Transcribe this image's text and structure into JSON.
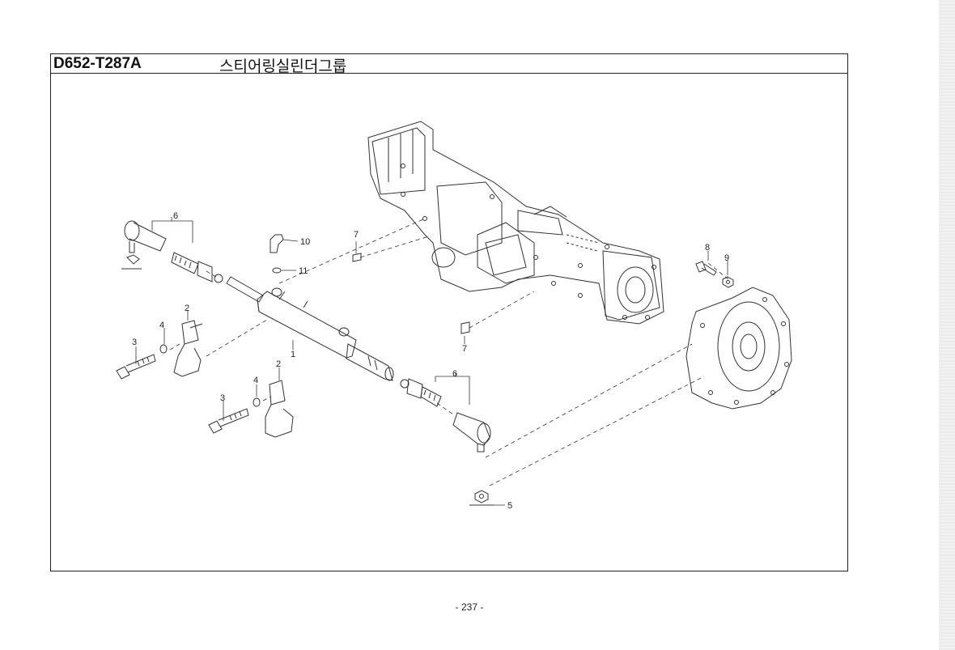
{
  "header": {
    "code": "D652-T287A",
    "title": "스티어링실린더그룹"
  },
  "callouts": {
    "c1": "1",
    "c2a": "2",
    "c2b": "2",
    "c3a": "3",
    "c3b": "3",
    "c4a": "4",
    "c4b": "4",
    "c5": "5",
    "c6a": "6",
    "c6b": "6",
    "c7a": "7",
    "c7b": "7",
    "c8": "8",
    "c9": "9",
    "c10": "10",
    "c11": "11"
  },
  "footer": {
    "page_number": "- 237 -"
  }
}
